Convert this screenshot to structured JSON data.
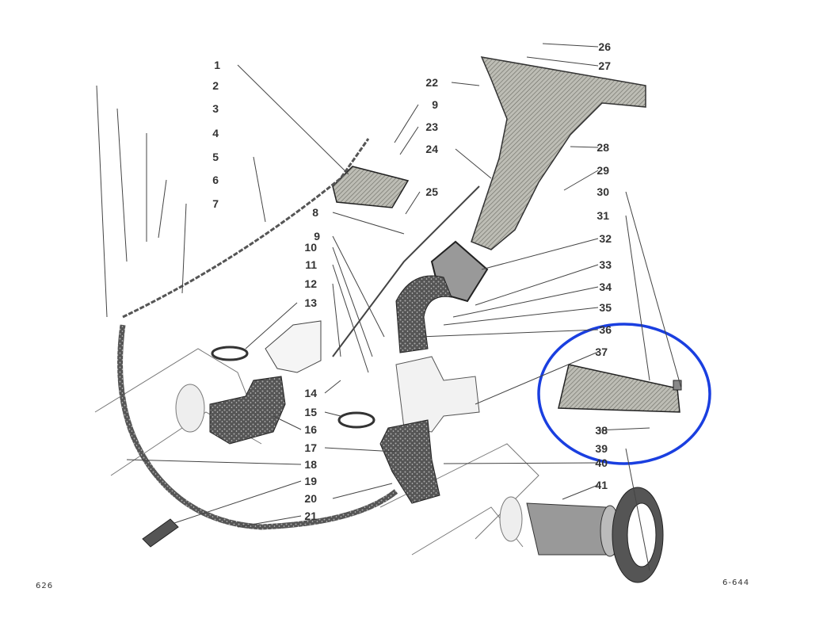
{
  "diagram": {
    "callouts": [
      "1",
      "2",
      "3",
      "4",
      "5",
      "6",
      "7",
      "8",
      "9",
      "10",
      "11",
      "12",
      "13",
      "14",
      "15",
      "16",
      "17",
      "18",
      "19",
      "20",
      "21",
      "22",
      "9",
      "23",
      "24",
      "25",
      "26",
      "27",
      "28",
      "29",
      "30",
      "31",
      "32",
      "33",
      "34",
      "35",
      "36",
      "37",
      "38",
      "39",
      "40",
      "41"
    ],
    "highlight_color": "#1a3fe0"
  },
  "footer": {
    "page_number": "626",
    "figure_code": "6-644"
  }
}
